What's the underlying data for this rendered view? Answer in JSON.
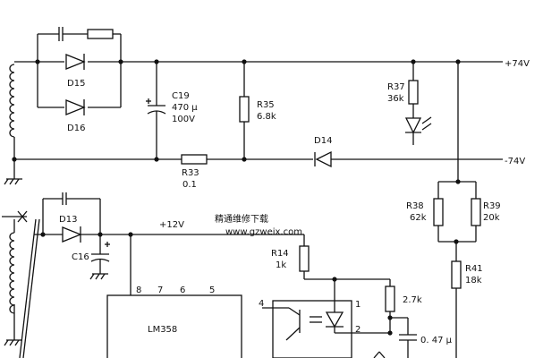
{
  "rails": {
    "pos74": "+74V",
    "neg74": "-74V",
    "pos12": "+12V"
  },
  "components": {
    "d15": "D15",
    "d16": "D16",
    "d13": "D13",
    "d14": "D14",
    "c19": "C19",
    "c19_value": "470 μ",
    "c19_voltage": "100V",
    "r35": "R35",
    "r35_value": "6.8k",
    "r33": "R33",
    "r33_value": "0.1",
    "r37": "R37",
    "r37_value": "36k",
    "r38": "R38",
    "r38_value": "62k",
    "r39": "R39",
    "r39_value": "20k",
    "r41": "R41",
    "r41_value": "18k",
    "r14": "R14",
    "r14_value": "1k",
    "r_unlabeled_value": "2.7k",
    "c16": "C16",
    "c_unlabeled_value": "0. 47 μ",
    "ic": "LM358",
    "ic_pins": [
      "8",
      "7",
      "6",
      "5"
    ],
    "opto_pins": [
      "4",
      "1",
      "2"
    ]
  },
  "watermark": {
    "title": "精通维修下载",
    "url": "www.gzweix.com"
  }
}
